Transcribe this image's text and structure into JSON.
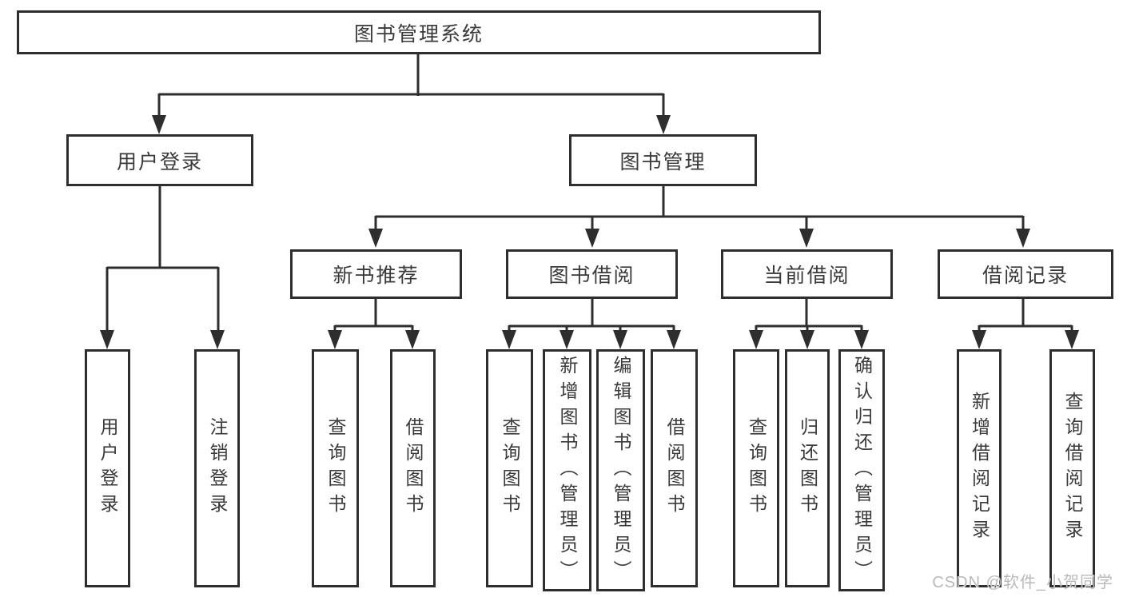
{
  "diagram": {
    "root": "图书管理系统",
    "branches": [
      {
        "label": "用户登录",
        "children": [
          "用户登录",
          "注销登录"
        ]
      },
      {
        "label": "图书管理",
        "children": [
          {
            "label": "新书推荐",
            "children": [
              "查询图书",
              "借阅图书"
            ]
          },
          {
            "label": "图书借阅",
            "children": [
              "查询图书",
              "新增图书（管理员）",
              "编辑图书（管理员）",
              "借阅图书"
            ]
          },
          {
            "label": "当前借阅",
            "children": [
              "查询图书",
              "归还图书",
              "确认归还（管理员）"
            ]
          },
          {
            "label": "借阅记录",
            "children": [
              "新增借阅记录",
              "查询借阅记录"
            ]
          }
        ]
      }
    ]
  },
  "watermark": "CSDN @软件_小贺同学",
  "colors": {
    "line": "#2e2e2e",
    "text": "#3a3a3a",
    "box_background": "#ffffff",
    "watermark": "#b9b9b9"
  }
}
